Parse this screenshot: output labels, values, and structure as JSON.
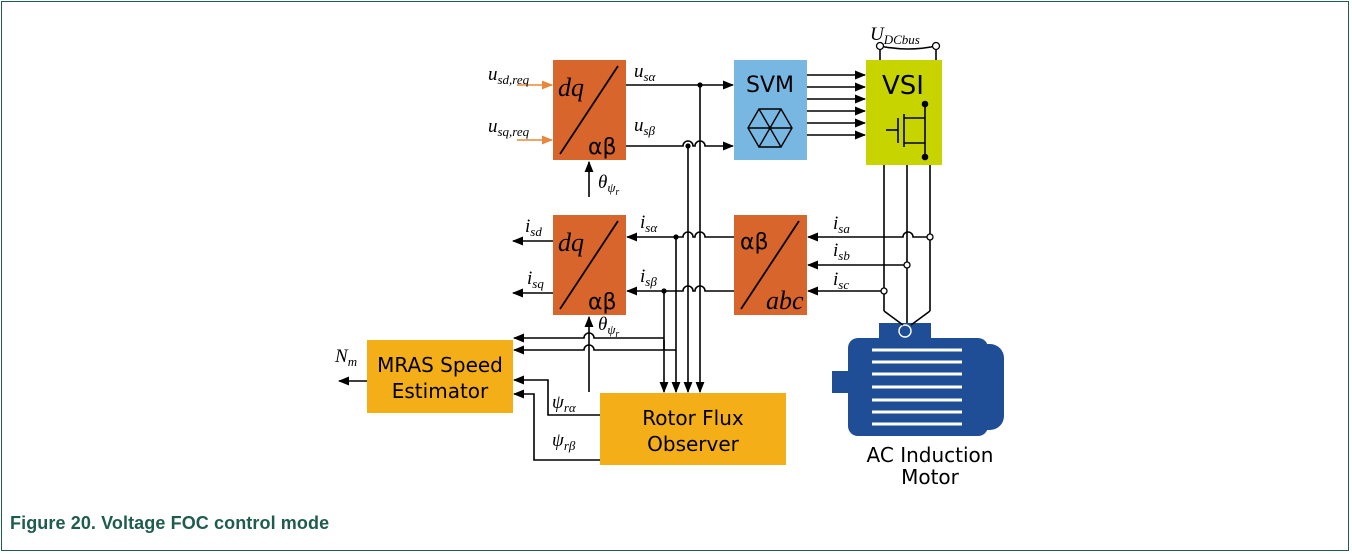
{
  "caption": "Figure 20.  Voltage FOC control mode",
  "colors": {
    "transform_block": "#d8652b",
    "estimator_block": "#f4ae17",
    "svm_block": "#79b7e3",
    "vsi_block": "#c8d400",
    "motor": "#1f4e97",
    "input_arrow": "#e8883a",
    "frame": "#1f5c4d"
  },
  "blocks": {
    "dq_ab_top": {
      "top": "dq",
      "bottom": "αβ"
    },
    "dq_ab_bottom": {
      "top": "dq",
      "bottom": "αβ"
    },
    "ab_abc": {
      "top": "αβ",
      "bottom": "abc"
    },
    "svm": {
      "label": "SVM"
    },
    "vsi": {
      "label": "VSI"
    },
    "mras": {
      "line1": "MRAS Speed",
      "line2": "Estimator"
    },
    "rotor_flux": {
      "line1": "Rotor Flux",
      "line2": "Observer"
    },
    "motor": {
      "line1": "AC Induction",
      "line2": "Motor"
    }
  },
  "signals": {
    "usd_req": {
      "main": "u",
      "sub": "sd,req"
    },
    "usq_req": {
      "main": "u",
      "sub": "sq,req"
    },
    "us_alpha": {
      "main": "u",
      "sub": "sα"
    },
    "us_beta": {
      "main": "u",
      "sub": "sβ"
    },
    "theta_top": {
      "main": "θ",
      "sub": "ψ",
      "subsub": "r"
    },
    "theta_bottom": {
      "main": "θ",
      "sub": "ψ",
      "subsub": "r"
    },
    "udc": {
      "main": "U",
      "sub": "DCbus"
    },
    "isd": {
      "main": "i",
      "sub": "sd"
    },
    "isq": {
      "main": "i",
      "sub": "sq"
    },
    "is_alpha": {
      "main": "i",
      "sub": "sα"
    },
    "is_beta": {
      "main": "i",
      "sub": "sβ"
    },
    "isa": {
      "main": "i",
      "sub": "sa"
    },
    "isb": {
      "main": "i",
      "sub": "sb"
    },
    "isc": {
      "main": "i",
      "sub": "sc"
    },
    "nm": {
      "main": "N",
      "sub": "m"
    },
    "psi_ra": {
      "main": "ψ",
      "sub": "rα"
    },
    "psi_rb": {
      "main": "ψ",
      "sub": "rβ"
    }
  }
}
